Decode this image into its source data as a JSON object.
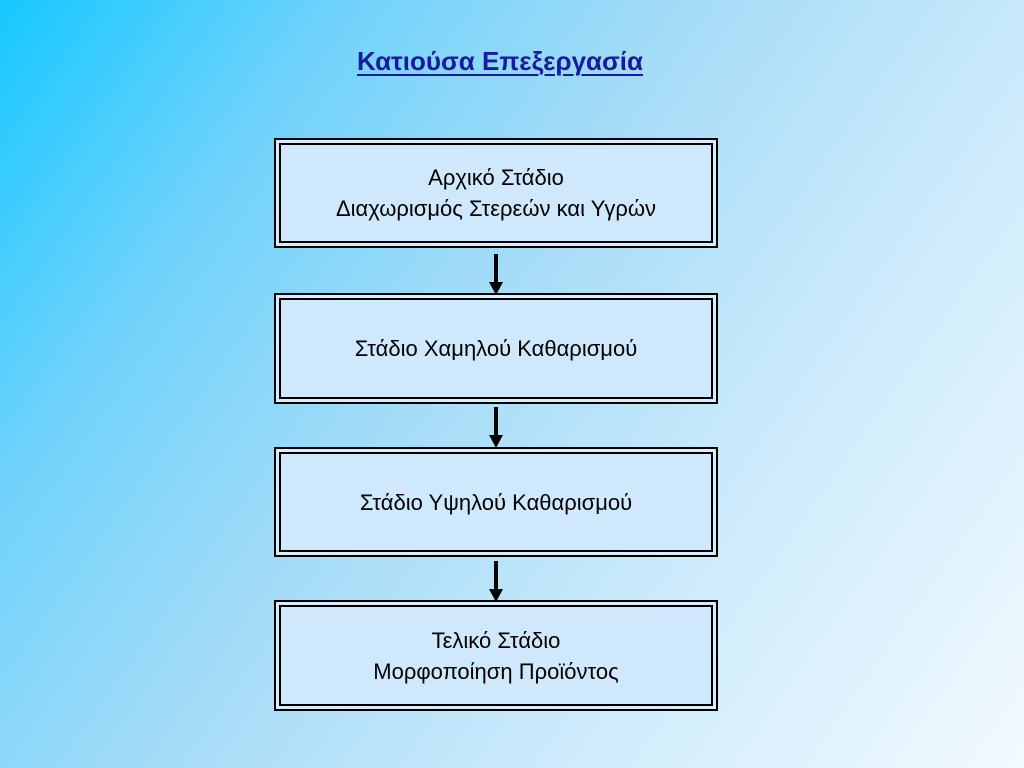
{
  "title": "Κατιούσα Επεξεργασία",
  "stages": [
    {
      "line1": "Αρχικό Στάδιο",
      "line2": "Διαχωρισμός Στερεών και Υγρών"
    },
    {
      "line1": "Στάδιο Χαμηλού Καθαρισμού"
    },
    {
      "line1": "Στάδιο Υψηλού Καθαρισμού"
    },
    {
      "line1": "Τελικό Στάδιο",
      "line2": "Μορφοποίηση Προϊόντος"
    }
  ],
  "colors": {
    "title": "#1a1aa0",
    "box_fill": "#cfe8fb",
    "border": "#000000",
    "background_start": "#16c8ff",
    "background_end": "#f2faff"
  }
}
